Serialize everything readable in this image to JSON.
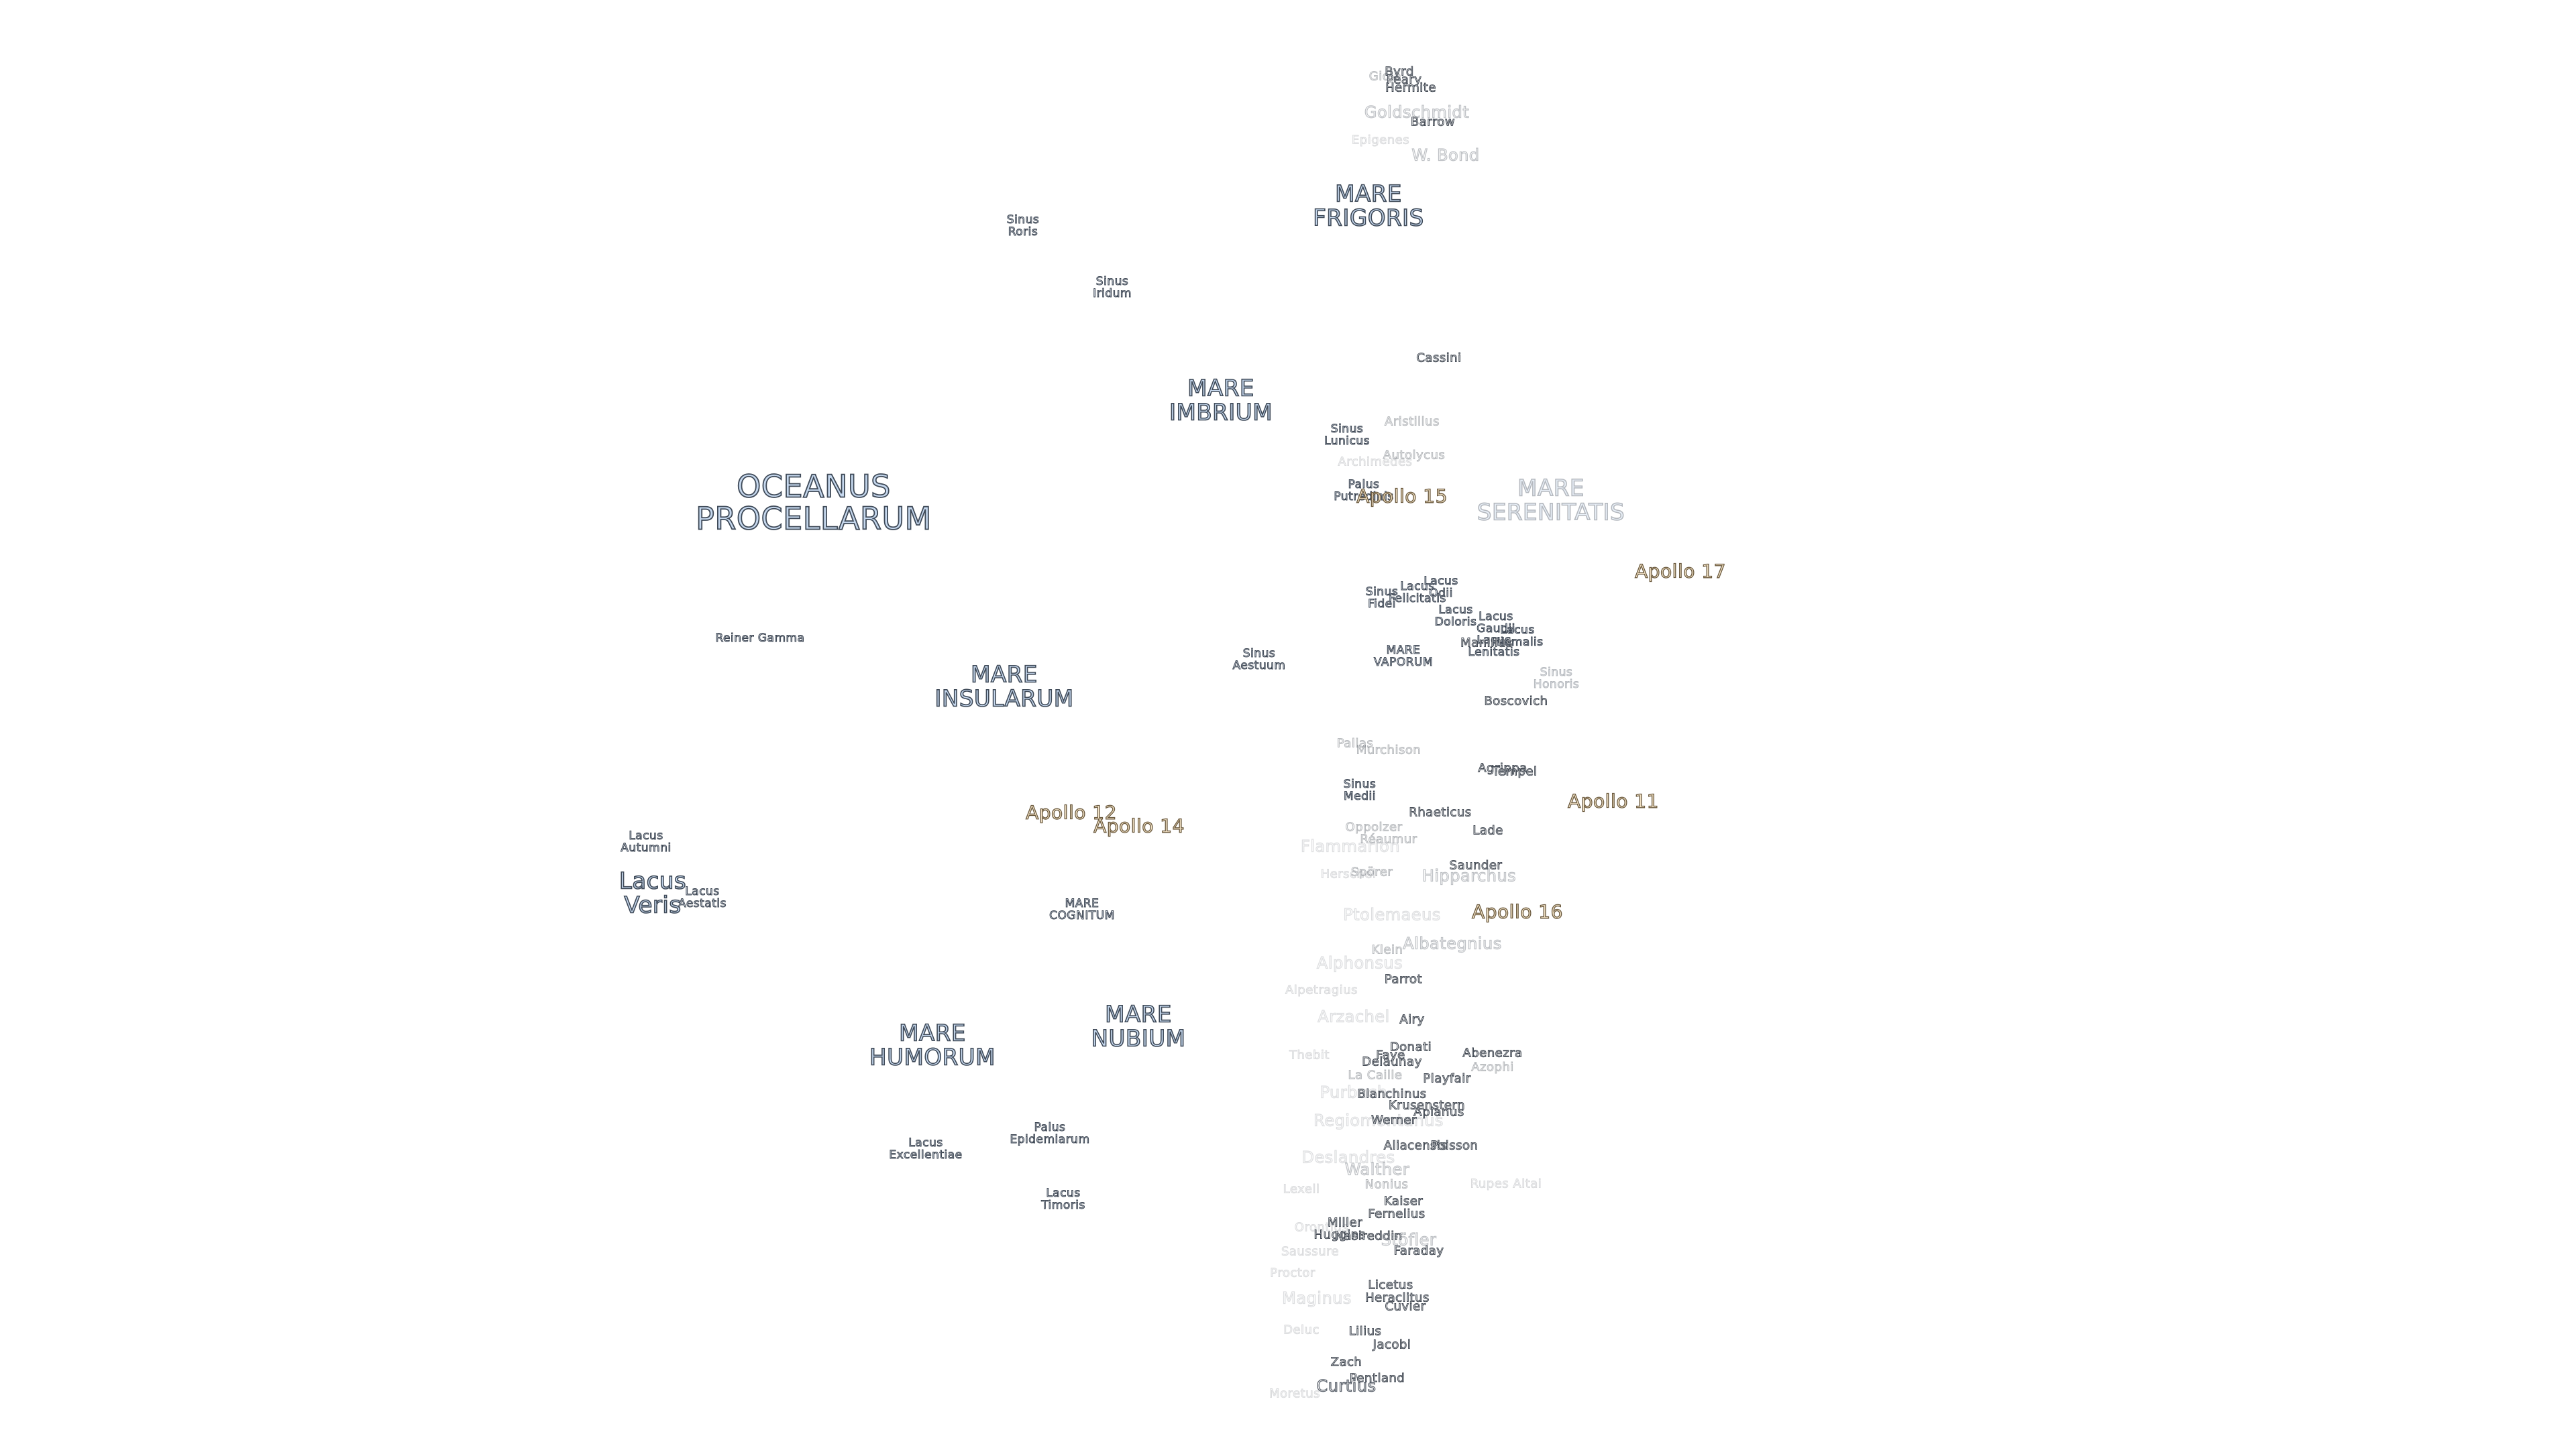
{
  "labels": [
    {
      "id": "byrd",
      "text": "Byrd",
      "cls": "crater"
    },
    {
      "id": "gioja",
      "text": "Gioja",
      "cls": "crater faint"
    },
    {
      "id": "peary",
      "text": "Peary",
      "cls": "crater"
    },
    {
      "id": "hermite",
      "text": "Hermite",
      "cls": "crater"
    },
    {
      "id": "goldschmidt",
      "text": "Goldschmidt",
      "cls": "crater-md faint"
    },
    {
      "id": "barrow",
      "text": "Barrow",
      "cls": "crater"
    },
    {
      "id": "epigenes",
      "text": "Epigenes",
      "cls": "crater fainter"
    },
    {
      "id": "wbond",
      "text": "W. Bond",
      "cls": "crater-md faint"
    },
    {
      "id": "mare-frigoris",
      "text": "MARE\nFRIGORIS",
      "cls": "mare"
    },
    {
      "id": "sinus-roris",
      "text": "Sinus\nRoris",
      "cls": "small"
    },
    {
      "id": "sinus-iridum",
      "text": "Sinus\nIridum",
      "cls": "small"
    },
    {
      "id": "cassini",
      "text": "Cassini",
      "cls": "crater"
    },
    {
      "id": "mare-imbrium",
      "text": "MARE\nIMBRIUM",
      "cls": "mare"
    },
    {
      "id": "sinus-lunicus",
      "text": "Sinus\nLunicus",
      "cls": "small"
    },
    {
      "id": "aristillus",
      "text": "Aristillus",
      "cls": "crater faint"
    },
    {
      "id": "autolycus",
      "text": "Autolycus",
      "cls": "crater faint"
    },
    {
      "id": "archimedes",
      "text": "Archimedes",
      "cls": "crater fainter"
    },
    {
      "id": "palus-putredinis",
      "text": "Palus\nPutredinis",
      "cls": "small"
    },
    {
      "id": "apollo15",
      "text": "Apollo 15",
      "cls": "apollo"
    },
    {
      "id": "mare-serenitatis",
      "text": "MARE\nSERENITATIS",
      "cls": "mare faint"
    },
    {
      "id": "oceanus",
      "text": "OCEANUS\nPROCELLARUM",
      "cls": "mare-lg"
    },
    {
      "id": "apollo17",
      "text": "Apollo 17",
      "cls": "apollo"
    },
    {
      "id": "lacus-felicitatis",
      "text": "Lacus\nFelicitatis",
      "cls": "small"
    },
    {
      "id": "lacus-odii",
      "text": "Lacus\nOdii",
      "cls": "small"
    },
    {
      "id": "sinus-fidei",
      "text": "Sinus\nFidei",
      "cls": "small"
    },
    {
      "id": "lacus-doloris",
      "text": "Lacus\nDoloris",
      "cls": "small"
    },
    {
      "id": "lacus-gaudii",
      "text": "Lacus\nGaudii",
      "cls": "small"
    },
    {
      "id": "lacus-hiemalis",
      "text": "Lacus\nHiemalis",
      "cls": "small"
    },
    {
      "id": "lacus-lenitatis",
      "text": "Lacus\nLenitatis",
      "cls": "small"
    },
    {
      "id": "manilius",
      "text": "Manilius",
      "cls": "crater"
    },
    {
      "id": "mare-vaporum",
      "text": "MARE\nVAPORUM",
      "cls": "small"
    },
    {
      "id": "sinus-aestuum",
      "text": "Sinus\nAestuum",
      "cls": "small"
    },
    {
      "id": "sinus-honoris",
      "text": "Sinus\nHonoris",
      "cls": "small faint"
    },
    {
      "id": "boscovich",
      "text": "Boscovich",
      "cls": "crater"
    },
    {
      "id": "reiner-gamma",
      "text": "Reiner Gamma",
      "cls": "small"
    },
    {
      "id": "mare-insularum",
      "text": "MARE\nINSULARUM",
      "cls": "mare"
    },
    {
      "id": "pallas",
      "text": "Pallas",
      "cls": "crater faint"
    },
    {
      "id": "murchison",
      "text": "Murchison",
      "cls": "crater faint"
    },
    {
      "id": "sinus-medii",
      "text": "Sinus\nMedii",
      "cls": "small"
    },
    {
      "id": "agrippa",
      "text": "Agrippa",
      "cls": "crater"
    },
    {
      "id": "tempel",
      "text": "Tempel",
      "cls": "crater"
    },
    {
      "id": "apollo11",
      "text": "Apollo 11",
      "cls": "apollo"
    },
    {
      "id": "apollo12",
      "text": "Apollo 12",
      "cls": "apollo"
    },
    {
      "id": "apollo14",
      "text": "Apollo 14",
      "cls": "apollo"
    },
    {
      "id": "rhaeticus",
      "text": "Rhaeticus",
      "cls": "crater"
    },
    {
      "id": "oppolzer",
      "text": "Oppolzer",
      "cls": "crater faint"
    },
    {
      "id": "reaumur",
      "text": "Réaumur",
      "cls": "crater faint"
    },
    {
      "id": "lade",
      "text": "Lade",
      "cls": "crater"
    },
    {
      "id": "flammarion",
      "text": "Flammarion",
      "cls": "crater-md fainter"
    },
    {
      "id": "lacus-autumni",
      "text": "Lacus\nAutumni",
      "cls": "small"
    },
    {
      "id": "herschel",
      "text": "Herschel",
      "cls": "crater fainter"
    },
    {
      "id": "spörer",
      "text": "Spörer",
      "cls": "crater faint"
    },
    {
      "id": "saunder",
      "text": "Saunder",
      "cls": "crater"
    },
    {
      "id": "hipparchus",
      "text": "Hipparchus",
      "cls": "crater-md faint"
    },
    {
      "id": "lacus-veris",
      "text": "Lacus\nVeris",
      "cls": "mare"
    },
    {
      "id": "lacus-aestatis",
      "text": "Lacus\nAestatis",
      "cls": "small"
    },
    {
      "id": "mare-cognitum",
      "text": "MARE\nCOGNITUM",
      "cls": "small"
    },
    {
      "id": "ptolemaeus",
      "text": "Ptolemaeus",
      "cls": "crater-md fainter"
    },
    {
      "id": "apollo16",
      "text": "Apollo 16",
      "cls": "apollo"
    },
    {
      "id": "albategnius",
      "text": "Albategnius",
      "cls": "crater-md faint"
    },
    {
      "id": "klein",
      "text": "Klein",
      "cls": "crater faint"
    },
    {
      "id": "alphonsus",
      "text": "Alphonsus",
      "cls": "crater-md fainter"
    },
    {
      "id": "parrot",
      "text": "Parrot",
      "cls": "crater"
    },
    {
      "id": "alpetragius",
      "text": "Alpetragius",
      "cls": "crater fainter"
    },
    {
      "id": "arzachel",
      "text": "Arzachel",
      "cls": "crater-md fainter"
    },
    {
      "id": "airy",
      "text": "Airy",
      "cls": "crater"
    },
    {
      "id": "mare-nubium",
      "text": "MARE\nNUBIUM",
      "cls": "mare"
    },
    {
      "id": "mare-humorum",
      "text": "MARE\nHUMORUM",
      "cls": "mare"
    },
    {
      "id": "thebit",
      "text": "Thebit",
      "cls": "crater fainter"
    },
    {
      "id": "donati",
      "text": "Donati",
      "cls": "crater"
    },
    {
      "id": "faye",
      "text": "Faye",
      "cls": "crater"
    },
    {
      "id": "delaunay",
      "text": "Delaunay",
      "cls": "crater"
    },
    {
      "id": "abenezra",
      "text": "Abenezra",
      "cls": "crater"
    },
    {
      "id": "azophi",
      "text": "Azophi",
      "cls": "crater faint"
    },
    {
      "id": "la-caille",
      "text": "La Caille",
      "cls": "crater faint"
    },
    {
      "id": "playfair",
      "text": "Playfair",
      "cls": "crater"
    },
    {
      "id": "purbach",
      "text": "Purbach",
      "cls": "crater-md fainter"
    },
    {
      "id": "blanchinus",
      "text": "Blanchinus",
      "cls": "crater"
    },
    {
      "id": "krusenstern",
      "text": "Krusenstern",
      "cls": "crater"
    },
    {
      "id": "apianus",
      "text": "Apianus",
      "cls": "crater"
    },
    {
      "id": "regiomontanus",
      "text": "Regiomontanus",
      "cls": "crater-md fainter"
    },
    {
      "id": "werner",
      "text": "Werner",
      "cls": "crater"
    },
    {
      "id": "aliacensis",
      "text": "Aliacensis",
      "cls": "crater"
    },
    {
      "id": "poisson",
      "text": "Poisson",
      "cls": "crater"
    },
    {
      "id": "palus-epidemiarum",
      "text": "Palus\nEpidemiarum",
      "cls": "small"
    },
    {
      "id": "lacus-excellentiae",
      "text": "Lacus\nExcellentiae",
      "cls": "small"
    },
    {
      "id": "deslandres",
      "text": "Deslandres",
      "cls": "crater-md fainter"
    },
    {
      "id": "walther",
      "text": "Walther",
      "cls": "crater-md faint"
    },
    {
      "id": "rupes-altai",
      "text": "Rupes Altai",
      "cls": "crater fainter"
    },
    {
      "id": "lexell",
      "text": "Lexell",
      "cls": "crater fainter"
    },
    {
      "id": "nonius",
      "text": "Nonius",
      "cls": "crater faint"
    },
    {
      "id": "lacus-timoris",
      "text": "Lacus\nTimoris",
      "cls": "small"
    },
    {
      "id": "kaiser",
      "text": "Kaiser",
      "cls": "crater"
    },
    {
      "id": "fernelius",
      "text": "Fernelius",
      "cls": "crater"
    },
    {
      "id": "orontius",
      "text": "Orontius",
      "cls": "crater fainter"
    },
    {
      "id": "miller",
      "text": "Miller",
      "cls": "crater"
    },
    {
      "id": "huggins",
      "text": "Huggins",
      "cls": "crater"
    },
    {
      "id": "nasireddin",
      "text": "Nasireddin",
      "cls": "crater"
    },
    {
      "id": "stofler",
      "text": "Stöfler",
      "cls": "crater-md faint"
    },
    {
      "id": "faraday",
      "text": "Faraday",
      "cls": "crater"
    },
    {
      "id": "saussure",
      "text": "Saussure",
      "cls": "crater fainter"
    },
    {
      "id": "proctor",
      "text": "Proctor",
      "cls": "crater fainter"
    },
    {
      "id": "licetus",
      "text": "Licetus",
      "cls": "crater"
    },
    {
      "id": "heraclitus",
      "text": "Heraclitus",
      "cls": "crater"
    },
    {
      "id": "maginus",
      "text": "Maginus",
      "cls": "crater-md fainter"
    },
    {
      "id": "cuvier",
      "text": "Cuvier",
      "cls": "crater"
    },
    {
      "id": "deluc",
      "text": "Deluc",
      "cls": "crater fainter"
    },
    {
      "id": "lilius",
      "text": "Lilius",
      "cls": "crater"
    },
    {
      "id": "jacobi",
      "text": "Jacobi",
      "cls": "crater"
    },
    {
      "id": "zach",
      "text": "Zach",
      "cls": "crater"
    },
    {
      "id": "pentland",
      "text": "Pentland",
      "cls": "crater"
    },
    {
      "id": "curtius",
      "text": "Curtius",
      "cls": "crater-md"
    },
    {
      "id": "moretus",
      "text": "Moretus",
      "cls": "crater fainter"
    }
  ]
}
